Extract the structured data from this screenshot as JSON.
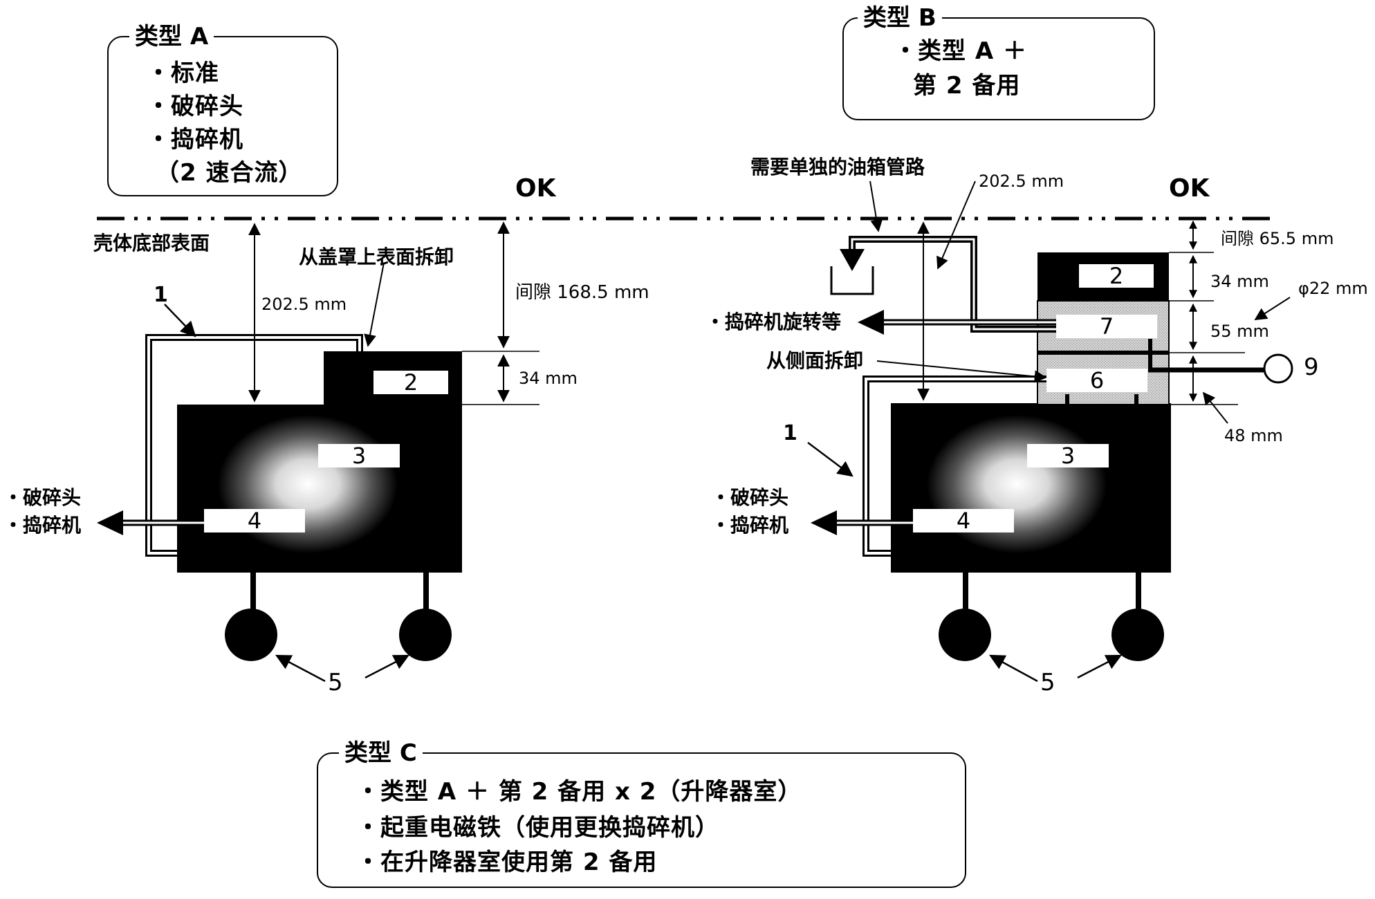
{
  "legend_a": {
    "title": "类型 A",
    "items": [
      "・标准",
      "・破碎头",
      "・捣碎机",
      "（2 速合流）"
    ]
  },
  "legend_b": {
    "title": "类型 B",
    "items": [
      "・类型 A ＋",
      "第 2 备用"
    ]
  },
  "legend_c": {
    "title": "类型 C",
    "items": [
      "・类型 A ＋ 第 2 备用 x 2（升降器室）",
      "・起重电磁铁（使用更换捣碎机）",
      "・在升降器室使用第 2 备用"
    ]
  },
  "left": {
    "ok": "OK",
    "housing_bottom": "壳体底部表面",
    "remove_top": "从盖罩上表面拆卸",
    "dim_202": "202.5 mm",
    "gap_168": "间隙 168.5 mm",
    "dim_34": "34 mm",
    "out_1": "・破碎头",
    "out_2": "・捣碎机",
    "num_1": "1",
    "num_2": "2",
    "num_3": "3",
    "num_4": "4",
    "num_5": "5"
  },
  "right": {
    "ok": "OK",
    "tank_line": "需要单独的油箱管路",
    "dim_202": "202.5 mm",
    "gap_65": "间隙 65.5 mm",
    "dim_34": "34 mm",
    "dim_55": "55 mm",
    "phi_22": "φ22 mm",
    "dim_48": "48 mm",
    "crusher_rotate": "・捣碎机旋转等",
    "remove_side": "从侧面拆卸",
    "out_1": "・破碎头",
    "out_2": "・捣碎机",
    "num_1": "1",
    "num_2": "2",
    "num_3": "3",
    "num_4": "4",
    "num_5": "5",
    "num_6": "6",
    "num_7": "7",
    "num_9": "9"
  }
}
